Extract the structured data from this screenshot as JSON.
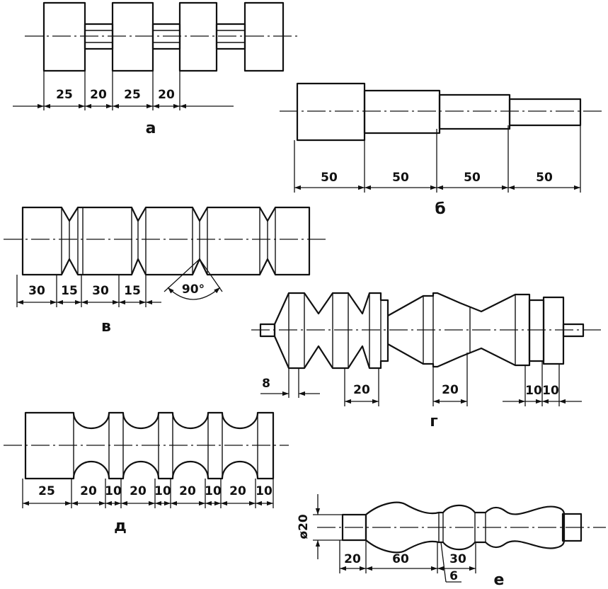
{
  "figures": [
    {
      "id": "a",
      "caption": "а",
      "dims": [
        "25",
        "20",
        "25",
        "20"
      ]
    },
    {
      "id": "b",
      "caption": "б",
      "dims": [
        "50",
        "50",
        "50",
        "50"
      ]
    },
    {
      "id": "v",
      "caption": "в",
      "dims": [
        "30",
        "15",
        "30",
        "15"
      ],
      "angle": "90°"
    },
    {
      "id": "g",
      "caption": "г",
      "dims": [
        "8",
        "20",
        "20",
        "10",
        "10"
      ]
    },
    {
      "id": "d",
      "caption": "д",
      "dims": [
        "25",
        "20",
        "10",
        "20",
        "10",
        "20",
        "10",
        "20",
        "10"
      ]
    },
    {
      "id": "e",
      "caption": "е",
      "dims": [
        "20",
        "60",
        "30",
        "6"
      ],
      "diameter": "ø20"
    }
  ]
}
